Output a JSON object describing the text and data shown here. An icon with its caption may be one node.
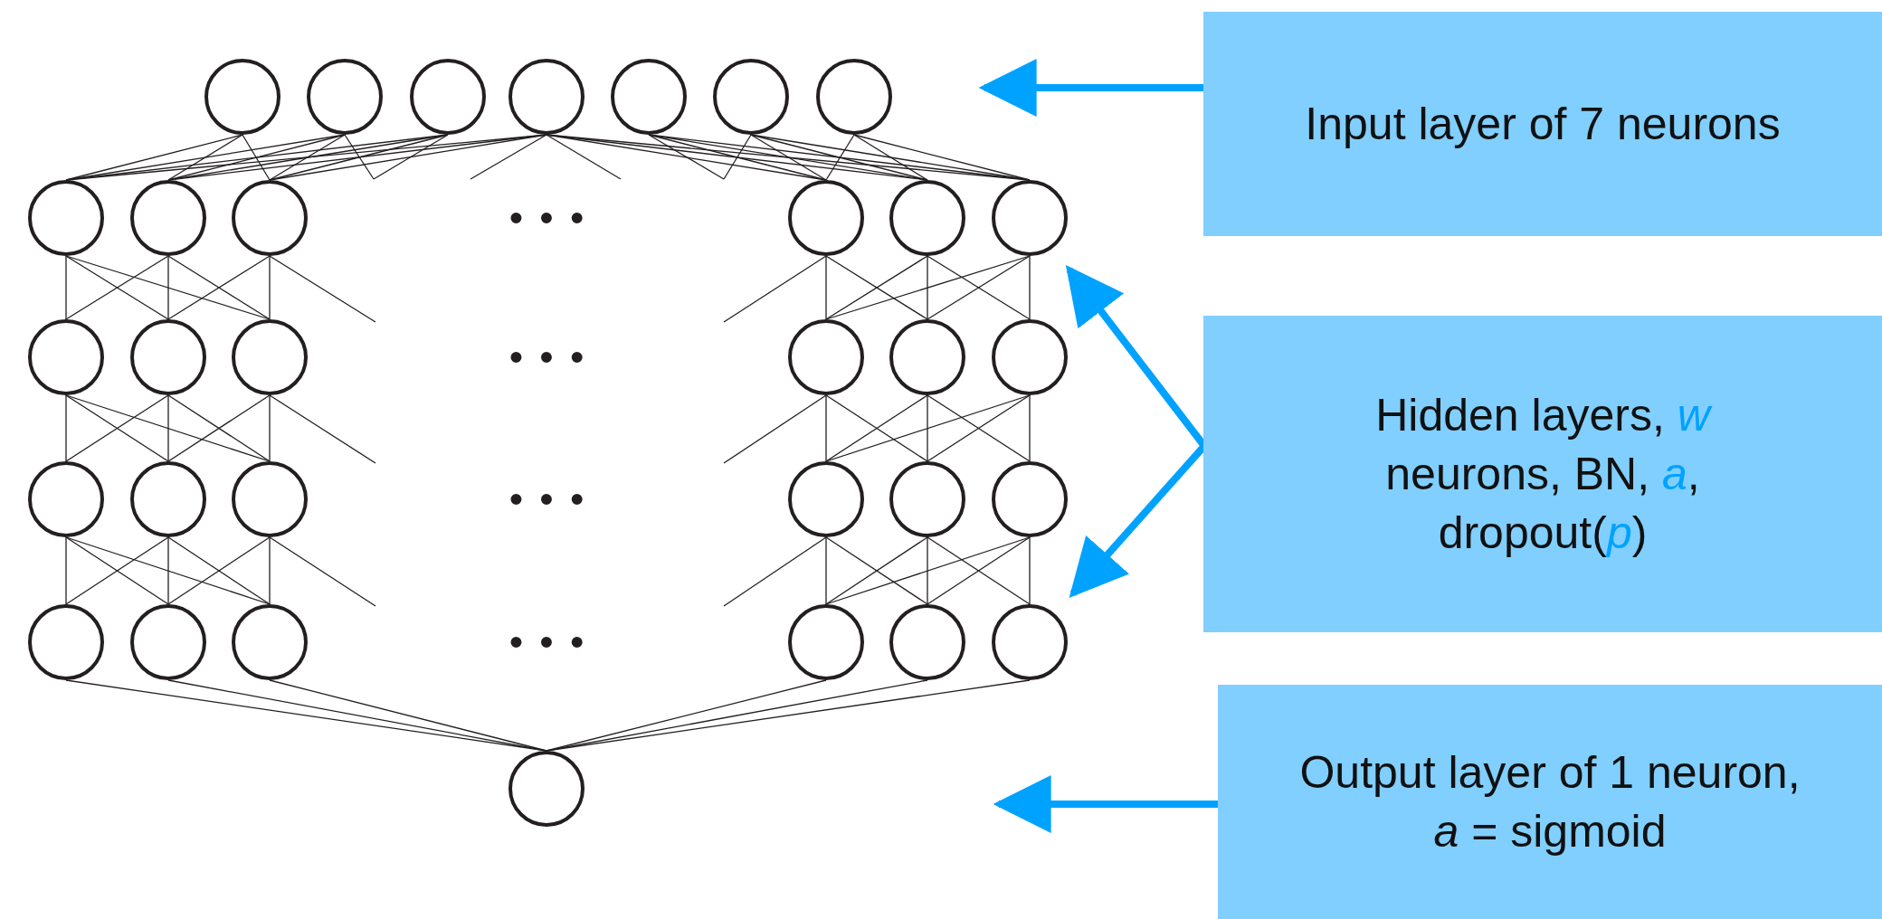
{
  "diagram": {
    "nodes": [
      {
        "text": [],
        "shape": "circle"
      },
      {
        "text": [],
        "shape": "circle"
      },
      {
        "text": [],
        "shape": "circle"
      },
      {
        "text": [],
        "shape": "circle"
      },
      {
        "text": [],
        "shape": "circle"
      },
      {
        "text": [],
        "shape": "circle"
      },
      {
        "text": [],
        "shape": "circle"
      },
      {
        "text": [
          "Input layer of 7 neurons"
        ]
      },
      {
        "text": [],
        "shape": "circle"
      },
      {
        "text": [],
        "shape": "circle"
      },
      {
        "text": [],
        "shape": "circle"
      },
      {
        "text": [],
        "shape": "circle"
      },
      {
        "text": [],
        "shape": "circle"
      },
      {
        "text": [],
        "shape": "circle"
      },
      {
        "text": [],
        "shape": "circle"
      },
      {
        "text": [],
        "shape": "circle"
      },
      {
        "text": [],
        "shape": "circle"
      },
      {
        "text": [],
        "shape": "circle"
      },
      {
        "text": [],
        "shape": "circle"
      },
      {
        "text": [],
        "shape": "circle"
      },
      {
        "text": [
          "Hidden layers, *w* neurons, BN, *a*, dropout(*p*)"
        ]
      },
      {
        "text": [],
        "shape": "circle"
      },
      {
        "text": [],
        "shape": "circle"
      },
      {
        "text": [],
        "shape": "circle"
      },
      {
        "text": [],
        "shape": "circle"
      },
      {
        "text": [],
        "shape": "circle"
      },
      {
        "text": [],
        "shape": "circle"
      },
      {
        "text": [],
        "shape": "circle"
      },
      {
        "text": [],
        "shape": "circle"
      },
      {
        "text": [],
        "shape": "circle"
      },
      {
        "text": [],
        "shape": "circle"
      },
      {
        "text": [],
        "shape": "circle"
      },
      {
        "text": [],
        "shape": "circle"
      },
      {
        "text": [],
        "shape": "circle"
      },
      {
        "text": [
          "Output layer of 1 neuron, *a* = sigmoid"
        ]
      }
    ],
    "edges": [
      {
        "from": 0,
        "to": 8,
        "arrow": "none"
      },
      {
        "from": 0,
        "to": 9,
        "arrow": "none"
      },
      {
        "from": 0,
        "to": 10,
        "arrow": "none"
      },
      {
        "from": 1,
        "to": 8,
        "arrow": "none"
      },
      {
        "from": 1,
        "to": 9,
        "arrow": "none"
      },
      {
        "from": 1,
        "to": 10,
        "arrow": "none"
      },
      {
        "from": 1,
        "to": null,
        "arrow": "none"
      },
      {
        "from": 2,
        "to": 8,
        "arrow": "none"
      },
      {
        "from": 2,
        "to": 9,
        "arrow": "none"
      },
      {
        "from": 2,
        "to": 10,
        "arrow": "none"
      },
      {
        "from": 2,
        "to": null,
        "arrow": "none"
      },
      {
        "from": 3,
        "to": 8,
        "arrow": "none"
      },
      {
        "from": 3,
        "to": 9,
        "arrow": "none"
      },
      {
        "from": 3,
        "to": 10,
        "arrow": "none"
      },
      {
        "from": 3,
        "to": null,
        "arrow": "none"
      },
      {
        "from": 3,
        "to": null,
        "arrow": "none"
      },
      {
        "from": 3,
        "to": 11,
        "arrow": "none"
      },
      {
        "from": 3,
        "to": 12,
        "arrow": "none"
      },
      {
        "from": 3,
        "to": 13,
        "arrow": "none"
      },
      {
        "from": 4,
        "to": null,
        "arrow": "none"
      },
      {
        "from": 4,
        "to": 11,
        "arrow": "none"
      },
      {
        "from": 4,
        "to": 12,
        "arrow": "none"
      },
      {
        "from": 4,
        "to": 13,
        "arrow": "none"
      },
      {
        "from": 5,
        "to": null,
        "arrow": "none"
      },
      {
        "from": 5,
        "to": 11,
        "arrow": "none"
      },
      {
        "from": 5,
        "to": 12,
        "arrow": "none"
      },
      {
        "from": 5,
        "to": 13,
        "arrow": "none"
      },
      {
        "from": 6,
        "to": 11,
        "arrow": "none"
      },
      {
        "from": 6,
        "to": 12,
        "arrow": "none"
      },
      {
        "from": 6,
        "to": 13,
        "arrow": "none"
      },
      {
        "from": 8,
        "to": 14,
        "arrow": "none"
      },
      {
        "from": 8,
        "to": 15,
        "arrow": "none"
      },
      {
        "from": 8,
        "to": 16,
        "arrow": "none"
      },
      {
        "from": 9,
        "to": 14,
        "arrow": "none"
      },
      {
        "from": 9,
        "to": 15,
        "arrow": "none"
      },
      {
        "from": 9,
        "to": 16,
        "arrow": "none"
      },
      {
        "from": 10,
        "to": 15,
        "arrow": "none"
      },
      {
        "from": 10,
        "to": 16,
        "arrow": "none"
      },
      {
        "from": 10,
        "to": null,
        "arrow": "none"
      },
      {
        "from": 11,
        "to": null,
        "arrow": "none"
      },
      {
        "from": 11,
        "to": 17,
        "arrow": "none"
      },
      {
        "from": 11,
        "to": 18,
        "arrow": "none"
      },
      {
        "from": 12,
        "to": 17,
        "arrow": "none"
      },
      {
        "from": 12,
        "to": 18,
        "arrow": "none"
      },
      {
        "from": 12,
        "to": 19,
        "arrow": "none"
      },
      {
        "from": 13,
        "to": 17,
        "arrow": "none"
      },
      {
        "from": 13,
        "to": 18,
        "arrow": "none"
      },
      {
        "from": 13,
        "to": 19,
        "arrow": "none"
      },
      {
        "from": 14,
        "to": 21,
        "arrow": "none"
      },
      {
        "from": 14,
        "to": 22,
        "arrow": "none"
      },
      {
        "from": 14,
        "to": 23,
        "arrow": "none"
      },
      {
        "from": 15,
        "to": 21,
        "arrow": "none"
      },
      {
        "from": 15,
        "to": 22,
        "arrow": "none"
      },
      {
        "from": 15,
        "to": 23,
        "arrow": "none"
      },
      {
        "from": 16,
        "to": 22,
        "arrow": "none"
      },
      {
        "from": 16,
        "to": 23,
        "arrow": "none"
      },
      {
        "from": 16,
        "to": null,
        "arrow": "none"
      },
      {
        "from": 17,
        "to": null,
        "arrow": "none"
      },
      {
        "from": 17,
        "to": 24,
        "arrow": "none"
      },
      {
        "from": 17,
        "to": 25,
        "arrow": "none"
      },
      {
        "from": 18,
        "to": 24,
        "arrow": "none"
      },
      {
        "from": 18,
        "to": 25,
        "arrow": "none"
      },
      {
        "from": 18,
        "to": 26,
        "arrow": "none"
      },
      {
        "from": 19,
        "to": 24,
        "arrow": "none"
      },
      {
        "from": 19,
        "to": 25,
        "arrow": "none"
      },
      {
        "from": 19,
        "to": 26,
        "arrow": "none"
      },
      {
        "from": 21,
        "to": 27,
        "arrow": "none"
      },
      {
        "from": 21,
        "to": 28,
        "arrow": "none"
      },
      {
        "from": 21,
        "to": 29,
        "arrow": "none"
      },
      {
        "from": 22,
        "to": 27,
        "arrow": "none"
      },
      {
        "from": 22,
        "to": 28,
        "arrow": "none"
      },
      {
        "from": 22,
        "to": 29,
        "arrow": "none"
      },
      {
        "from": 23,
        "to": 28,
        "arrow": "none"
      },
      {
        "from": 23,
        "to": 29,
        "arrow": "none"
      },
      {
        "from": 23,
        "to": null,
        "arrow": "none"
      },
      {
        "from": 24,
        "to": null,
        "arrow": "none"
      },
      {
        "from": 24,
        "to": 30,
        "arrow": "none"
      },
      {
        "from": 24,
        "to": 31,
        "arrow": "none"
      },
      {
        "from": 25,
        "to": 30,
        "arrow": "none"
      },
      {
        "from": 25,
        "to": 31,
        "arrow": "none"
      },
      {
        "from": 25,
        "to": 32,
        "arrow": "none"
      },
      {
        "from": 26,
        "to": 30,
        "arrow": "none"
      },
      {
        "from": 26,
        "to": 31,
        "arrow": "none"
      },
      {
        "from": 26,
        "to": 32,
        "arrow": "none"
      },
      {
        "from": 27,
        "to": 33,
        "arrow": "none"
      },
      {
        "from": 28,
        "to": 33,
        "arrow": "none"
      },
      {
        "from": 29,
        "to": 33,
        "arrow": "none"
      },
      {
        "from": 30,
        "to": 33,
        "arrow": "none"
      },
      {
        "from": 31,
        "to": 33,
        "arrow": "none"
      },
      {
        "from": 32,
        "to": 33,
        "arrow": "none"
      },
      {
        "from": 7,
        "to": null,
        "arrow": "to",
        "style": "thick",
        "color": "#00a2ff"
      },
      {
        "from": 20,
        "to": 13,
        "arrow": "to",
        "style": "thick",
        "color": "#00a2ff"
      },
      {
        "from": 20,
        "to": 32,
        "arrow": "to",
        "style": "thick",
        "color": "#00a2ff"
      },
      {
        "from": 34,
        "to": null,
        "arrow": "to",
        "style": "thick",
        "color": "#00a2ff"
      }
    ],
    "labels": [
      "• • •",
      "• • •",
      "• • •",
      "• • •"
    ]
  }
}
